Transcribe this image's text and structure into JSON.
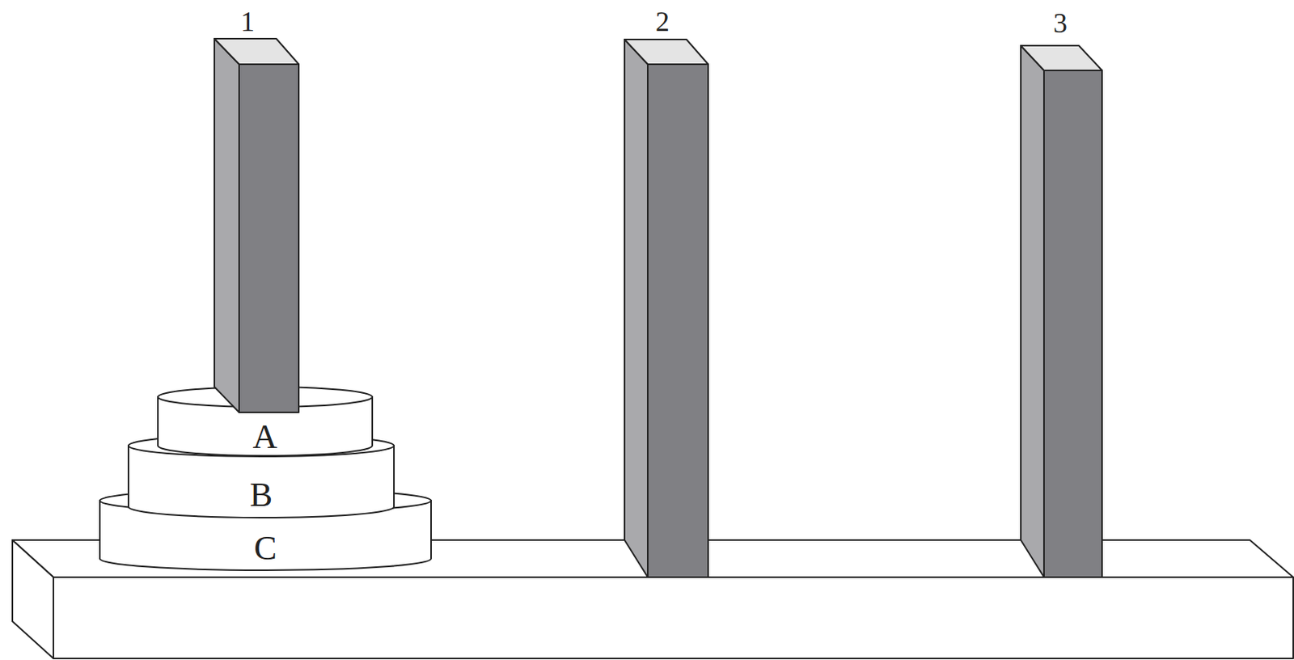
{
  "diagram": {
    "nodes": [
      {
        "text": [
          "A"
        ]
      },
      {
        "text": [
          "B"
        ]
      },
      {
        "text": [
          "C"
        ]
      }
    ],
    "labels": [
      "1",
      "2",
      "3"
    ]
  }
}
